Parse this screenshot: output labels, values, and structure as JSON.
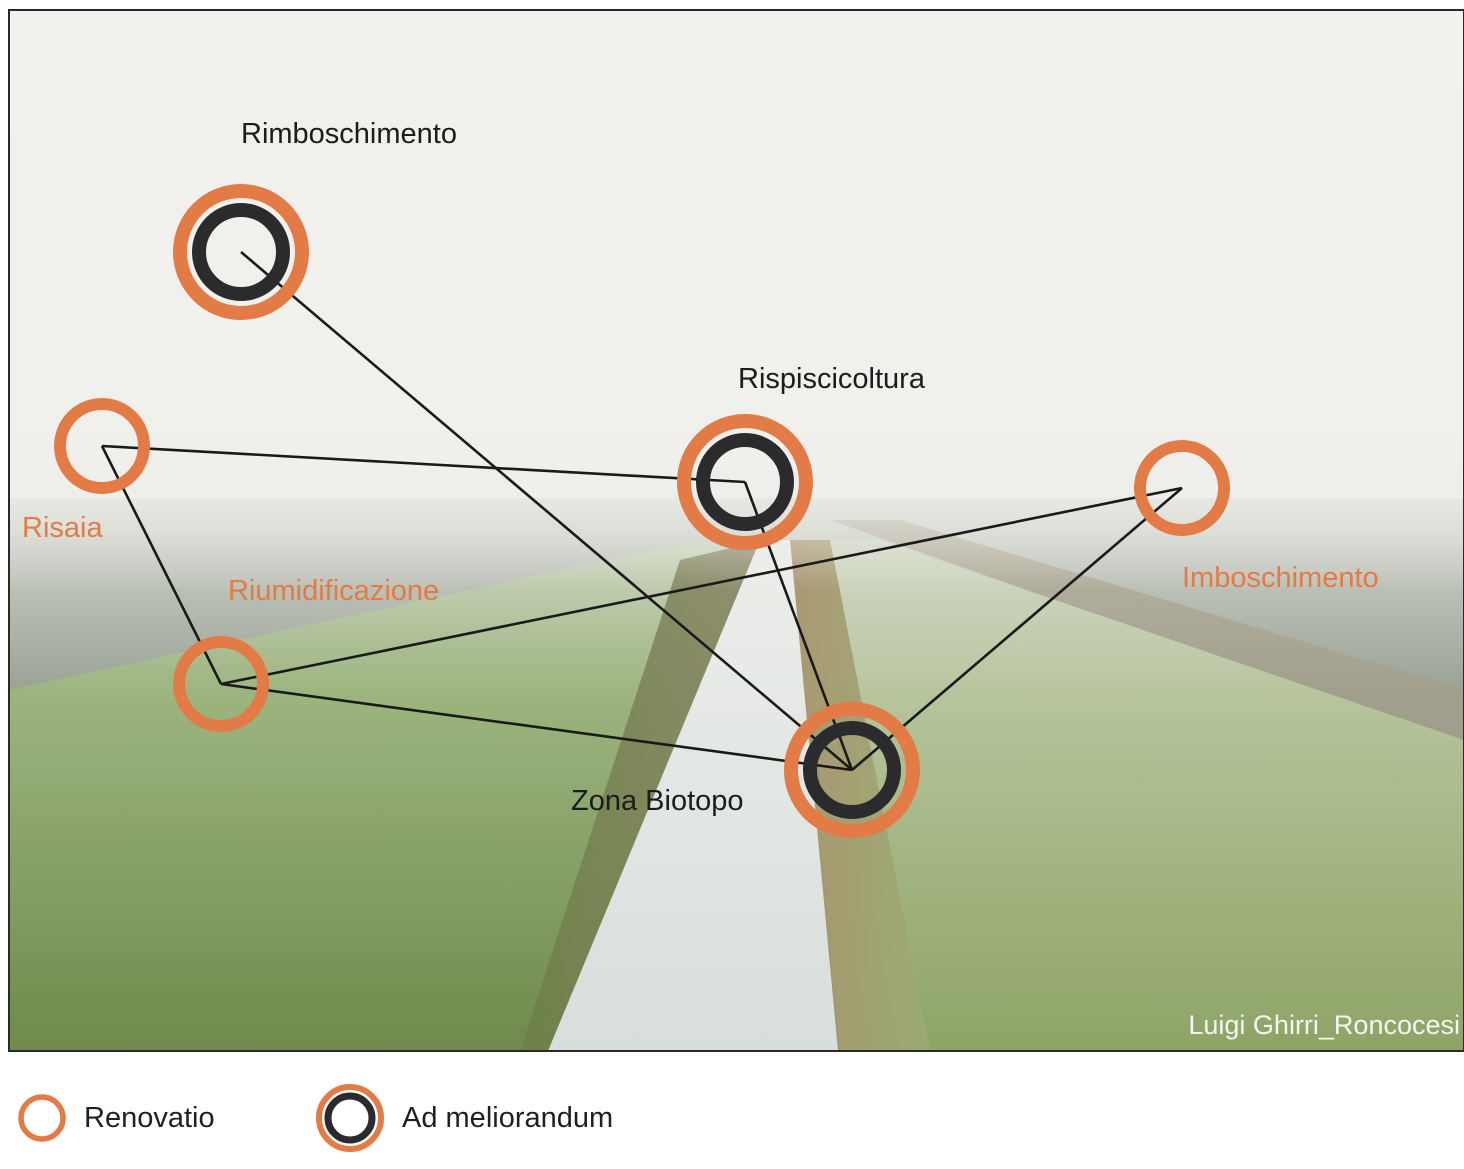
{
  "colors": {
    "renovatio": "#e27b45",
    "ad_meliorandum": "#2b2b2e",
    "link": "#1a1a1a",
    "label_dark": "#1c1c1c",
    "label_orange": "#e27b45",
    "sky": "#f1f0ec",
    "field": "#7b8474",
    "grass": "#a3b487",
    "water": "#dde3e3"
  },
  "nodes": [
    {
      "id": "rimboschimento",
      "label": "Rimboschimento",
      "type": "ad_meliorandum"
    },
    {
      "id": "rispiscicoltura",
      "label": "Rispiscicoltura",
      "type": "ad_meliorandum"
    },
    {
      "id": "risaia",
      "label": "Risaia",
      "type": "renovatio"
    },
    {
      "id": "imboschimento",
      "label": "Imboschimento",
      "type": "renovatio"
    },
    {
      "id": "riumidificazione",
      "label": "Riumidificazione",
      "type": "renovatio"
    },
    {
      "id": "zona-biotopo",
      "label": "Zona Biotopo",
      "type": "ad_meliorandum"
    }
  ],
  "edges": [
    [
      "rimboschimento",
      "zona-biotopo"
    ],
    [
      "risaia",
      "rispiscicoltura"
    ],
    [
      "risaia",
      "riumidificazione"
    ],
    [
      "rispiscicoltura",
      "zona-biotopo"
    ],
    [
      "riumidificazione",
      "imboschimento"
    ],
    [
      "riumidificazione",
      "zona-biotopo"
    ],
    [
      "imboschimento",
      "zona-biotopo"
    ]
  ],
  "photo_credit": "Luigi Ghirri_Roncocesi",
  "legend": {
    "renovatio": "Renovatio",
    "ad_meliorandum": "Ad meliorandum"
  }
}
